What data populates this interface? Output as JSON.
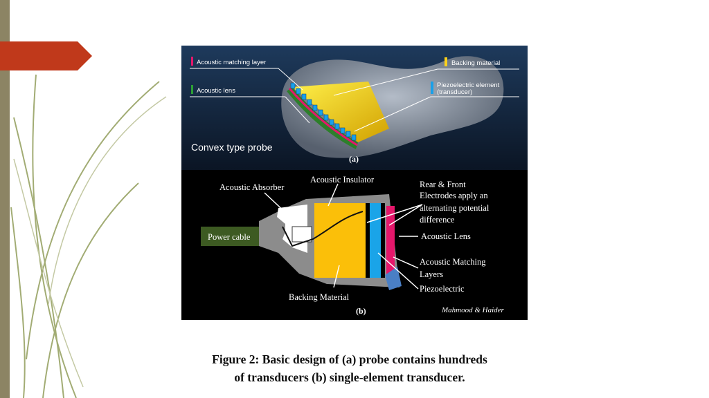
{
  "colors": {
    "side_bar": "#8c8464",
    "accent": "#c0391b",
    "leaf": "#a2ac74"
  },
  "figure_a": {
    "legend_matching_layer": "Acoustic matching layer",
    "legend_lens": "Acoustic lens",
    "legend_backing": "Backing material",
    "legend_piezo_line1": "Piezoelectric element",
    "legend_piezo_line2": "(transducer)",
    "title": "Convex type probe",
    "panel_label": "(a)"
  },
  "figure_b": {
    "absorber": "Acoustic Absorber",
    "insulator": "Acoustic Insulator",
    "electrodes_line1": "Rear & Front",
    "electrodes_line2": "Electrodes apply an",
    "electrodes_line3": "alternating potential",
    "electrodes_line4": "difference",
    "power_cable": "Power cable",
    "lens": "Acoustic Lens",
    "matching_line1": "Acoustic Matching",
    "matching_line2": "Layers",
    "piezo": "Piezoelectric",
    "backing": "Backing Material",
    "panel_label": "(b)",
    "signature": "Mahmood & Haider"
  },
  "caption": {
    "line1": "Figure 2: Basic design of (a) probe contains hundreds",
    "line2": "of transducers (b) single-element transducer."
  }
}
